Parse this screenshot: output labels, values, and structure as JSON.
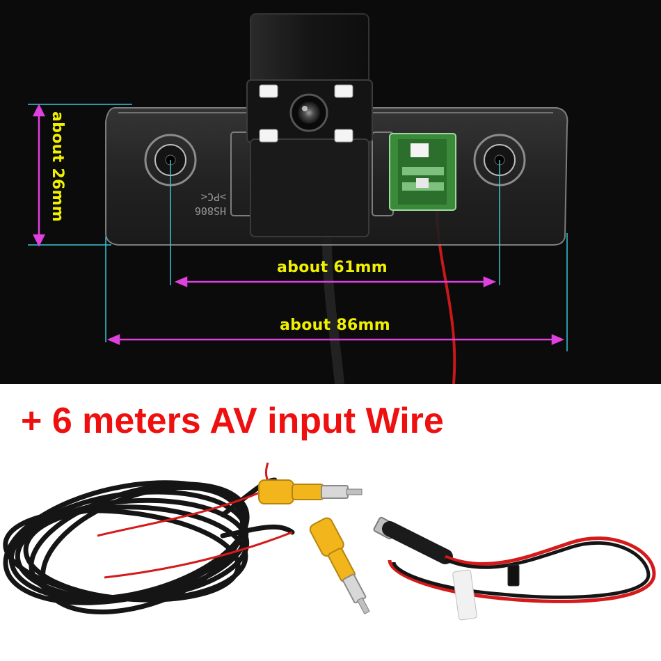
{
  "dimensions": {
    "height_label": "about 26mm",
    "hole_spacing_label": "about 61mm",
    "width_label": "about 86mm"
  },
  "bracket_engraving": {
    "line1": "HS806",
    "line2": ">PC<"
  },
  "banner": {
    "text": "+ 6 meters AV input Wire"
  },
  "colors": {
    "background_top": "#0b0b0b",
    "dimension_text": "#f0f000",
    "dimension_line_cyan": "#38c8d8",
    "dimension_arrow_magenta": "#e040e0",
    "banner_text": "#ee0f0f",
    "rca_connector": "#f2b51c",
    "cable_red": "#d41a1a",
    "cable_black": "#151515"
  }
}
